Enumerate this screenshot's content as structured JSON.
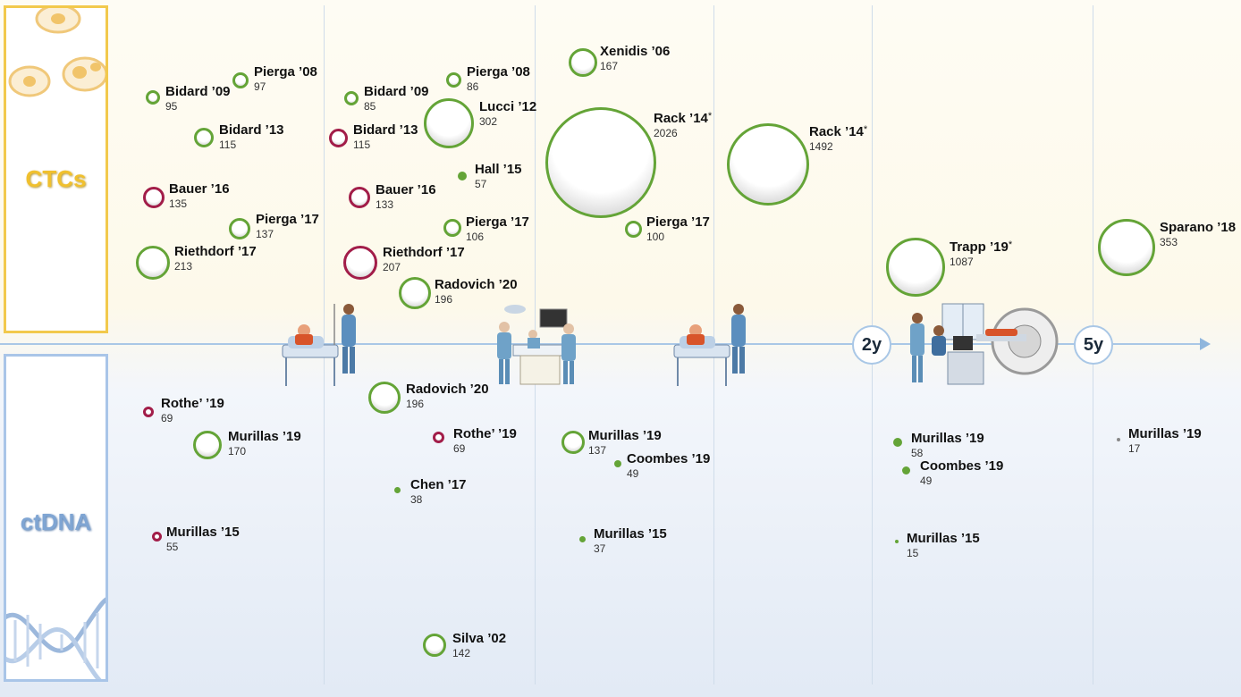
{
  "panels": {
    "ctc": {
      "title": "CTCs"
    },
    "ctdna": {
      "title": "ctDNA"
    }
  },
  "timeline": {
    "markers": [
      "2y",
      "5y"
    ]
  },
  "legend_colors": {
    "green": "#64a437",
    "red": "#a21d49"
  },
  "studies": {
    "s1": {
      "name": "Bidard ’09",
      "n": "95"
    },
    "s2": {
      "name": "Pierga ’08",
      "n": "97"
    },
    "s3": {
      "name": "Bidard ’13",
      "n": "115"
    },
    "s4": {
      "name": "Bauer ’16",
      "n": "135"
    },
    "s5": {
      "name": "Pierga ’17",
      "n": "137"
    },
    "s6": {
      "name": "Riethdorf ’17",
      "n": "213"
    },
    "s7": {
      "name": "Bidard ’09",
      "n": "85"
    },
    "s8": {
      "name": "Pierga ’08",
      "n": "86"
    },
    "s9": {
      "name": "Lucci ’12",
      "n": "302"
    },
    "s10": {
      "name": "Bidard ’13",
      "n": "115"
    },
    "s11": {
      "name": "Hall ’15",
      "n": "57"
    },
    "s12": {
      "name": "Bauer ’16",
      "n": "133"
    },
    "s13": {
      "name": "Pierga ’17",
      "n": "106"
    },
    "s14": {
      "name": "Riethdorf ’17",
      "n": "207"
    },
    "s15": {
      "name": "Radovich ’20",
      "n": "196"
    },
    "s16": {
      "name": "Xenidis ’06",
      "n": "167"
    },
    "s17": {
      "name": "Rack ’14",
      "n": "2026",
      "mark": "*"
    },
    "s18": {
      "name": "Pierga ’17",
      "n": "100"
    },
    "s19": {
      "name": "Rack ’14",
      "n": "1492",
      "mark": "*"
    },
    "s20": {
      "name": "Trapp ’19",
      "n": "1087",
      "mark": "*"
    },
    "s21": {
      "name": "Sparano ’18",
      "n": "353"
    },
    "d1": {
      "name": "Rothe’ ’19",
      "n": "69"
    },
    "d2": {
      "name": "Murillas  ’19",
      "n": "170"
    },
    "d3": {
      "name": "Murillas  ’15",
      "n": "55"
    },
    "d4": {
      "name": "Radovich ’20",
      "n": "196"
    },
    "d5": {
      "name": "Rothe’ ’19",
      "n": "69"
    },
    "d6": {
      "name": "Chen ’17",
      "n": "38"
    },
    "d7": {
      "name": "Silva ’02",
      "n": "142"
    },
    "d8": {
      "name": "Murillas  ’19",
      "n": "137"
    },
    "d9": {
      "name": "Coombes ’19",
      "n": "49"
    },
    "d10": {
      "name": "Murillas  ’15",
      "n": "37"
    },
    "d11": {
      "name": "Murillas  ’19",
      "n": "58"
    },
    "d12": {
      "name": "Coombes ’19",
      "n": "49"
    },
    "d13": {
      "name": "Murillas  ’15",
      "n": "15"
    },
    "d14": {
      "name": "Murillas  ’19",
      "n": "17"
    }
  }
}
